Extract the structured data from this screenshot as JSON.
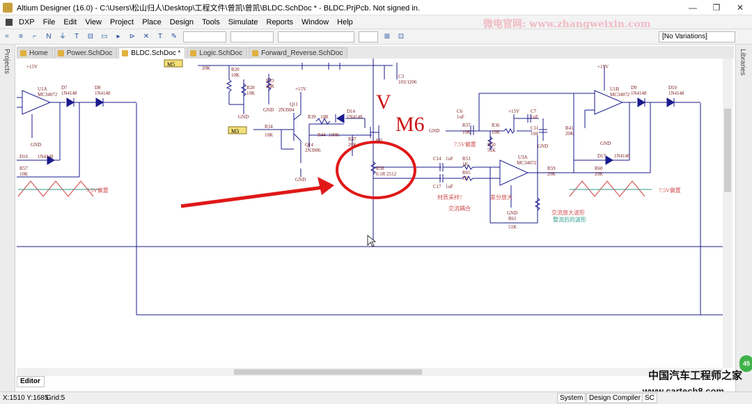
{
  "window": {
    "title": "Altium Designer (16.0) - C:\\Users\\松山归人\\Desktop\\工程文件\\曾凯\\曾凯\\BLDC.SchDoc * - BLDC.PrjPcb. Not signed in.",
    "minimize": "—",
    "maximize": "❐",
    "close": "✕"
  },
  "menu": [
    "DXP",
    "File",
    "Edit",
    "View",
    "Project",
    "Place",
    "Design",
    "Tools",
    "Simulate",
    "Reports",
    "Window",
    "Help"
  ],
  "toolbar": {
    "variations": "[No Variations]"
  },
  "watermark": "微电官网: www.zhangweixin.com",
  "tabs": [
    {
      "label": "Home",
      "active": false
    },
    {
      "label": "Power.SchDoc",
      "active": false
    },
    {
      "label": "BLDC.SchDoc *",
      "active": true
    },
    {
      "label": "Logic.SchDoc",
      "active": false
    },
    {
      "label": "Forward_Reverse.SchDoc",
      "active": false
    }
  ],
  "panels": {
    "left": "Projects",
    "right": "Libraries"
  },
  "editor_tab": "Editor",
  "status": {
    "coords": "X:1510 Y:1685",
    "grid": "Grid:5",
    "buttons": [
      "System",
      "Design Compiler",
      "SC"
    ]
  },
  "site": {
    "name": "中国汽车工程师之家",
    "url": "www.cartech8.com"
  },
  "badge": "45",
  "schematic": {
    "annotation_v": "V",
    "annotation_m6": "M6",
    "net_m5": "M5",
    "net_m3": "M3",
    "power": "+15V",
    "gnd": "GND",
    "labels": {
      "u1a": "U1A",
      "u1a_part": "MC34072",
      "d7": "D7",
      "d7_part": "1N4148",
      "d8": "D8",
      "d8_part": "1N4148",
      "d16": "D16",
      "d16_part": "1N4148",
      "r57": "R57",
      "r57_val": "10K",
      "bias_left": "7.5V偏置",
      "r20": "R20",
      "r20_val": "10K",
      "r23": "R23",
      "r23_val": "20K",
      "r28": "R28",
      "r28_val": "10K",
      "r20k": "20K",
      "q11": "Q11",
      "q11_part": "2N3904",
      "q14": "Q14",
      "q14_part": "2N3906",
      "r34": "R34",
      "r34_val": "10K",
      "r39": "R39",
      "r39_val": "10R",
      "r44": "R44",
      "r44_val": "100K",
      "d14": "D14",
      "d14_part": "1N4148",
      "r47": "R47",
      "r47_val": "20K",
      "m5": "M5",
      "r58": "R58",
      "r58_val": "0.1R 2512",
      "c3": "C3",
      "c3_val": "103/1206",
      "c6": "C6",
      "c6_val": "1uF",
      "r37": "R37",
      "r37_val": "10K",
      "r36": "R36",
      "r36_val": "10K",
      "c7": "C7",
      "c7_val": "1uF",
      "c11": "C11",
      "c11_val": "104",
      "bias_mid": "7.5V偏置",
      "r50": "R50",
      "r50_val": "51K",
      "c14": "C14",
      "c14_val": "1uF",
      "r53": "R53",
      "r53_val": "1K",
      "r65": "R65",
      "r65_val": "1K",
      "c17": "C17",
      "c17_val": "1uF",
      "u3a": "U3A",
      "u3a_part": "MC34072",
      "r61": "R61",
      "r61_val": "51K",
      "r59": "R59",
      "r59_val": "20K",
      "note_sample": "材质采样?",
      "note_ac": "交流耦合",
      "note_diff": "差分放大",
      "u1b": "U1B",
      "u1b_part": "MC34072",
      "d9": "D9",
      "d9_part": "1N4148",
      "d10": "D10",
      "d10_part": "1N4148",
      "d17": "D17",
      "d17_part": "1N4148",
      "r41": "R41",
      "r41_val": "20K",
      "r60": "R60",
      "r60_val": "20K",
      "bias_right": "7.5V偏置",
      "note_amp": "交流放大波形",
      "note_shift": "整流后的波形"
    }
  }
}
